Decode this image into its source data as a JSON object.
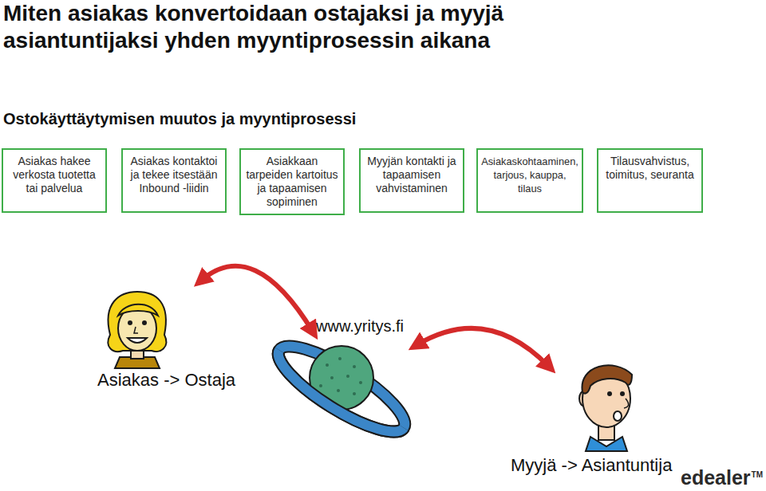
{
  "diagram": {
    "title": "Miten asiakas konvertoidaan ostajaksi ja myyjä asiantuntijaksi yhden myyntiprosessin aikana",
    "nodes": [
      {
        "text": [
          "Asiakas hakee verkosta tuotetta tai palvelua"
        ]
      },
      {
        "text": [
          "Asiakas kontaktoi ja tekee itsestään Inbound -liidin"
        ]
      },
      {
        "text": [
          "Asiakkaan tarpeiden kartoitus ja tapaamisen sopiminen"
        ]
      },
      {
        "text": [
          "Myyjän kontakti ja tapaamisen vahvistaminen"
        ]
      },
      {
        "text": [
          "Asiakaskohtaaminen, tarjous, kauppa, tilaus"
        ]
      },
      {
        "text": [
          "Tilausvahvistus, toimitus, seuranta"
        ]
      }
    ],
    "labels": [
      "Ostokäyttäytymisen muutos ja myyntiprosessi",
      "www.yritys.fi",
      "Asiakas -> Ostaja",
      "Myyjä -> Asiantuntija",
      "edealer",
      "TM"
    ]
  }
}
